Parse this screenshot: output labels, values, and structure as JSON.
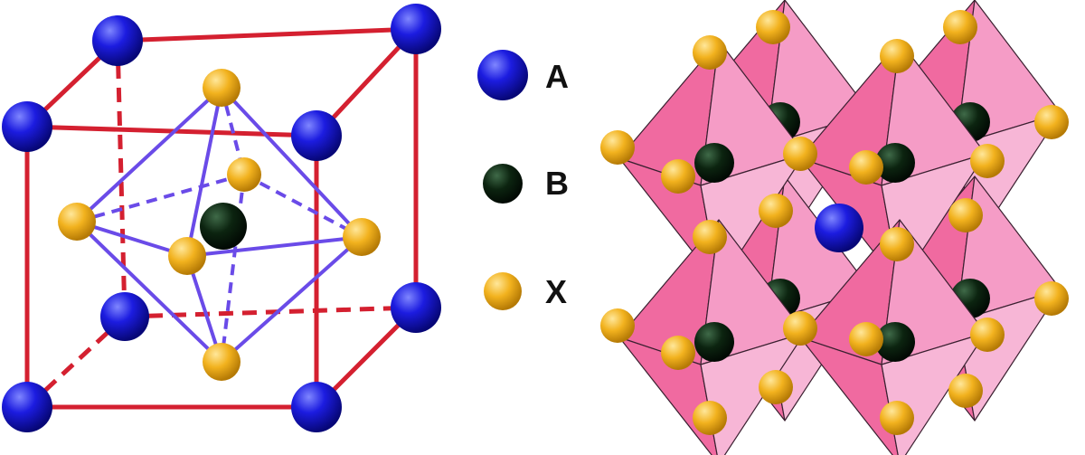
{
  "legend": {
    "items": [
      {
        "label": "A",
        "color": "#1f1fd6",
        "icon": "blue-sphere"
      },
      {
        "label": "B",
        "color": "#0f2a15",
        "icon": "dark-green-sphere"
      },
      {
        "label": "X",
        "color": "#f0b020",
        "icon": "yellow-sphere"
      }
    ]
  },
  "colors": {
    "cube_edge": "#d42030",
    "octahedron_edge": "#6a4be8",
    "octahedron_face": "#f2a0c8",
    "site_A": "#1f1fd6",
    "site_B": "#0f2a15",
    "site_X": "#f0b020"
  }
}
